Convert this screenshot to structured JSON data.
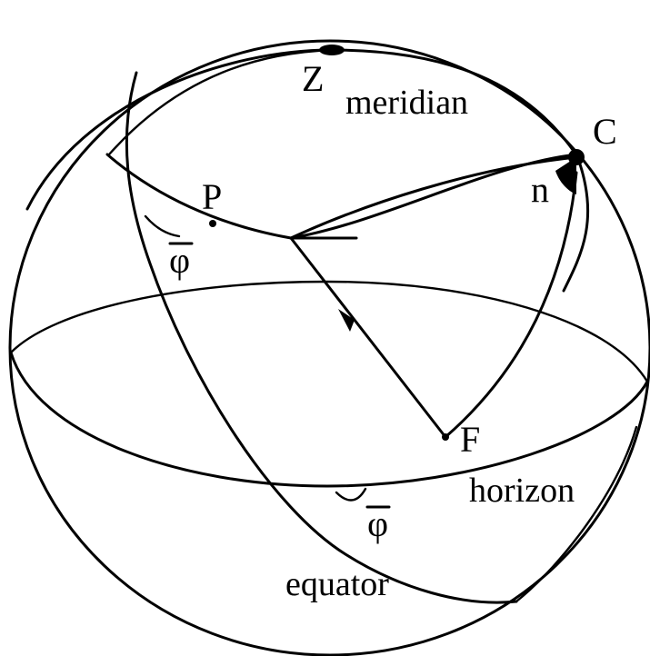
{
  "labels": {
    "zenith": "Z",
    "meridian": "meridian",
    "star": "C",
    "angle_n": "n",
    "pole": "P",
    "latitude_top": "φ",
    "foot": "F",
    "horizon": "horizon",
    "latitude_bottom": "φ",
    "equator": "equator"
  }
}
